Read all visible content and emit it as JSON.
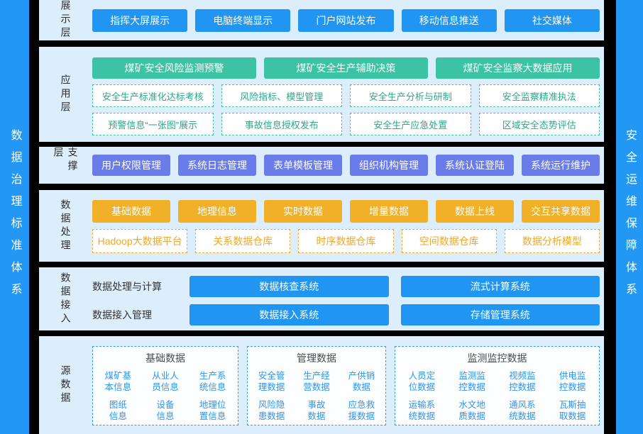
{
  "colors": {
    "background": "#000000",
    "pillar_blue": "#2297f3",
    "panel_bg": "#dceefb",
    "button_blue": "#2095f2",
    "button_green": "#3cc3a4",
    "button_purple": "#6a7cea",
    "button_orange": "#f0b027",
    "dashed_teal": "#3cc3a4",
    "dashed_amber": "#f0a827",
    "dashed_blue": "#2f9cf5",
    "item_text_blue": "#2e95f0"
  },
  "sidebars": {
    "left": "数据治理标准体系",
    "right": "安全运维保障体系"
  },
  "display_layer": {
    "label": "展示层",
    "buttons": [
      "指挥大屏展示",
      "电脑终端显示",
      "门户网站发布",
      "移动信息推送",
      "社交媒体"
    ]
  },
  "application_layer": {
    "label": "应用层",
    "primary_buttons": [
      "煤矿安全风险监测预警",
      "煤矿安全生产辅助决策",
      "煤矿安全监察大数据应用"
    ],
    "dashed_row1": [
      "安全生产标准化达标考核",
      "风险指标、模型管理",
      "安全生产分析与研制",
      "安全监察精准执法"
    ],
    "dashed_row2": [
      "预警信息“一张图”展示",
      "事故信息授权发布",
      "安全生产应急处置",
      "区域安全态势评估"
    ]
  },
  "support_layer": {
    "label": "支撑层",
    "buttons": [
      "用户权限管理",
      "系统日志管理",
      "表单模板管理",
      "组织机构管理",
      "系统认证登陆",
      "系统运行维护"
    ]
  },
  "data_processing_layer": {
    "label": "数据处理",
    "buttons": [
      "基础数据",
      "地理信息",
      "实时数据",
      "增量数据",
      "数据上线",
      "交互共享数据"
    ],
    "dashed_items": [
      "Hadoop大数据平台",
      "关系数据仓库",
      "时序数据仓库",
      "空间数据仓库",
      "数据分析模型"
    ]
  },
  "data_access_layer": {
    "label": "数据接入",
    "rows": [
      {
        "label": "数据处理与计算",
        "buttons": [
          "数据核查系统",
          "流式计算系统"
        ]
      },
      {
        "label": "数据接入管理",
        "buttons": [
          "数据接入系统",
          "存储管理系统"
        ]
      }
    ]
  },
  "source_data_layer": {
    "label": "源数据",
    "groups": [
      {
        "title": "基础数据",
        "items": [
          "煤矿基\n本信息",
          "从业人\n员信息",
          "生产系\n统信息",
          "图纸\n信息",
          "设备\n信息",
          "地理位\n置信息"
        ]
      },
      {
        "title": "管理数据",
        "items": [
          "安全管\n理数据",
          "生产经\n营数据",
          "产供销\n数据",
          "风险隐\n患数据",
          "事故\n数据",
          "应急救\n援数据"
        ]
      },
      {
        "title": "监测监控数据",
        "items": [
          "人员定\n位数据",
          "监测监\n控数据",
          "视频监\n控数据",
          "供电监\n控数据",
          "运输系\n统数据",
          "水文地\n质数据",
          "通风系\n统数据",
          "瓦斯抽\n取数据"
        ]
      }
    ]
  }
}
